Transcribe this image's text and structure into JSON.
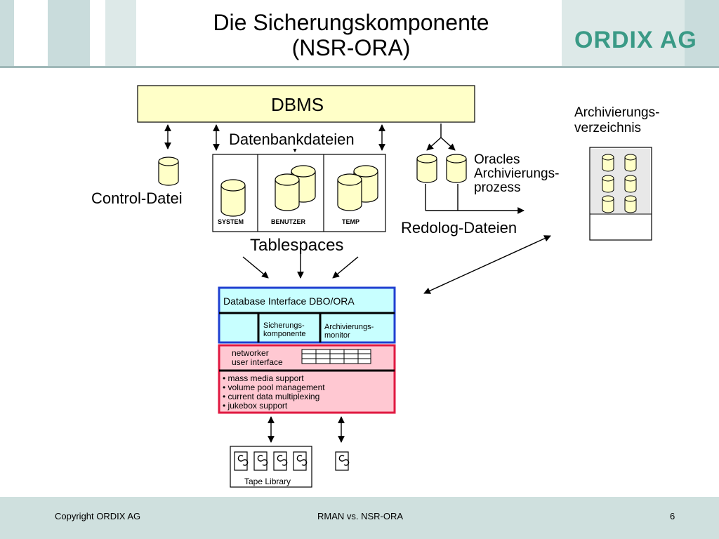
{
  "slide": {
    "title_line1": "Die Sicherungskomponente",
    "title_line2": "(NSR-ORA)",
    "logo": "ORDIX AG"
  },
  "diagram": {
    "dbms": "DBMS",
    "datenbankdateien": "Datenbankdateien",
    "control_datei": "Control-Datei",
    "tablespaces": "Tablespaces",
    "ts_system": "SYSTEM",
    "ts_benutzer": "BENUTZER",
    "ts_temp": "TEMP",
    "oracles_l1": "Oracles",
    "oracles_l2": "Archivierungs-",
    "oracles_l3": "prozess",
    "redolog": "Redolog-Dateien",
    "archdir_l1": "Archivierungs-",
    "archdir_l2": "verzeichnis",
    "db_interface": "Database Interface DBO/ORA",
    "sich_l1": "Sicherungs-",
    "sich_l2": "komponente",
    "archmon_l1": "Archivierungs-",
    "archmon_l2": "monitor",
    "networker_l1": "networker",
    "networker_l2": "user interface",
    "features": [
      "• mass media support",
      "• volume pool management",
      "• current data multiplexing",
      "• jukebox support"
    ],
    "tape_library": "Tape Library"
  },
  "footer": {
    "copyright": "Copyright ORDIX AG",
    "topic": "RMAN vs. NSR-ORA",
    "page": "6"
  },
  "colors": {
    "dbms_fill": "#ffffc8",
    "interface_fill": "#c8ffff",
    "interface_border": "#1f3fd0",
    "networker_fill": "#ffc8d2",
    "networker_border": "#e01840",
    "cylinder_fill": "#ffffc8",
    "header_accent": "#9fb8b8",
    "footer_bg": "#cfe0de",
    "logo": "#3a9a86"
  }
}
